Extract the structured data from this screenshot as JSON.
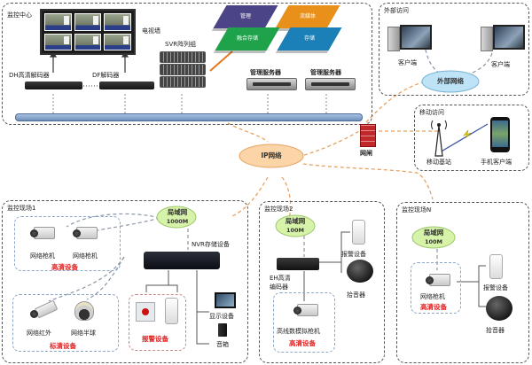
{
  "diagram": {
    "monitoring_center": {
      "title": "监控中心",
      "video_wall_label": "电视墙",
      "decoder_hd_label": "DH高清解码器",
      "decoder_df_label": "DF解码器",
      "svr_label": "SVR阵列组",
      "platform_tiles": [
        {
          "label": "管理",
          "color": "#4b4486"
        },
        {
          "label": "流媒体",
          "color": "#e8901a"
        },
        {
          "label": "融合存储",
          "color": "#1ea34a"
        },
        {
          "label": "存储",
          "color": "#1b7fb8"
        }
      ],
      "mgmt_server_1_label": "管理服务器",
      "mgmt_server_2_label": "管理服务器"
    },
    "external_access": {
      "title": "外部访问",
      "client_1_label": "客户端",
      "client_2_label": "客户端",
      "network_label": "外部网络"
    },
    "mobile_access": {
      "title": "移动访问",
      "base_station_label": "移动基站",
      "phone_client_label": "手机客户端"
    },
    "gateway_label": "网闸",
    "ip_network_label": "IP网络",
    "site1": {
      "title": "监控现场1",
      "lan_label_1": "局域网",
      "lan_label_2": "1000M",
      "nvr_label": "NVR存储设备",
      "hd_group": {
        "cameras": [
          "网络枪机",
          "网络枪机"
        ],
        "group_label": "高清设备"
      },
      "sd_group": {
        "cameras": [
          "网络红外",
          "网络半球"
        ],
        "group_label": "标清设备"
      },
      "alarm_group_label": "报警设备",
      "display_label": "显示设备",
      "speaker_label": "音箱"
    },
    "site2": {
      "title": "监控现场2",
      "lan_label_1": "局域网",
      "lan_label_2": "100M",
      "encoder_label_1": "EH高清",
      "encoder_label_2": "编码器",
      "alarm_label": "报警设备",
      "pickup_label": "拾音器",
      "camera_label": "高线数模拟枪机",
      "group_label": "高清设备"
    },
    "siteN": {
      "title": "监控现场N",
      "lan_label_1": "局域网",
      "lan_label_2": "100M",
      "camera_label": "网络枪机",
      "group_label": "高清设备",
      "alarm_label": "报警设备",
      "pickup_label": "拾音器"
    }
  }
}
